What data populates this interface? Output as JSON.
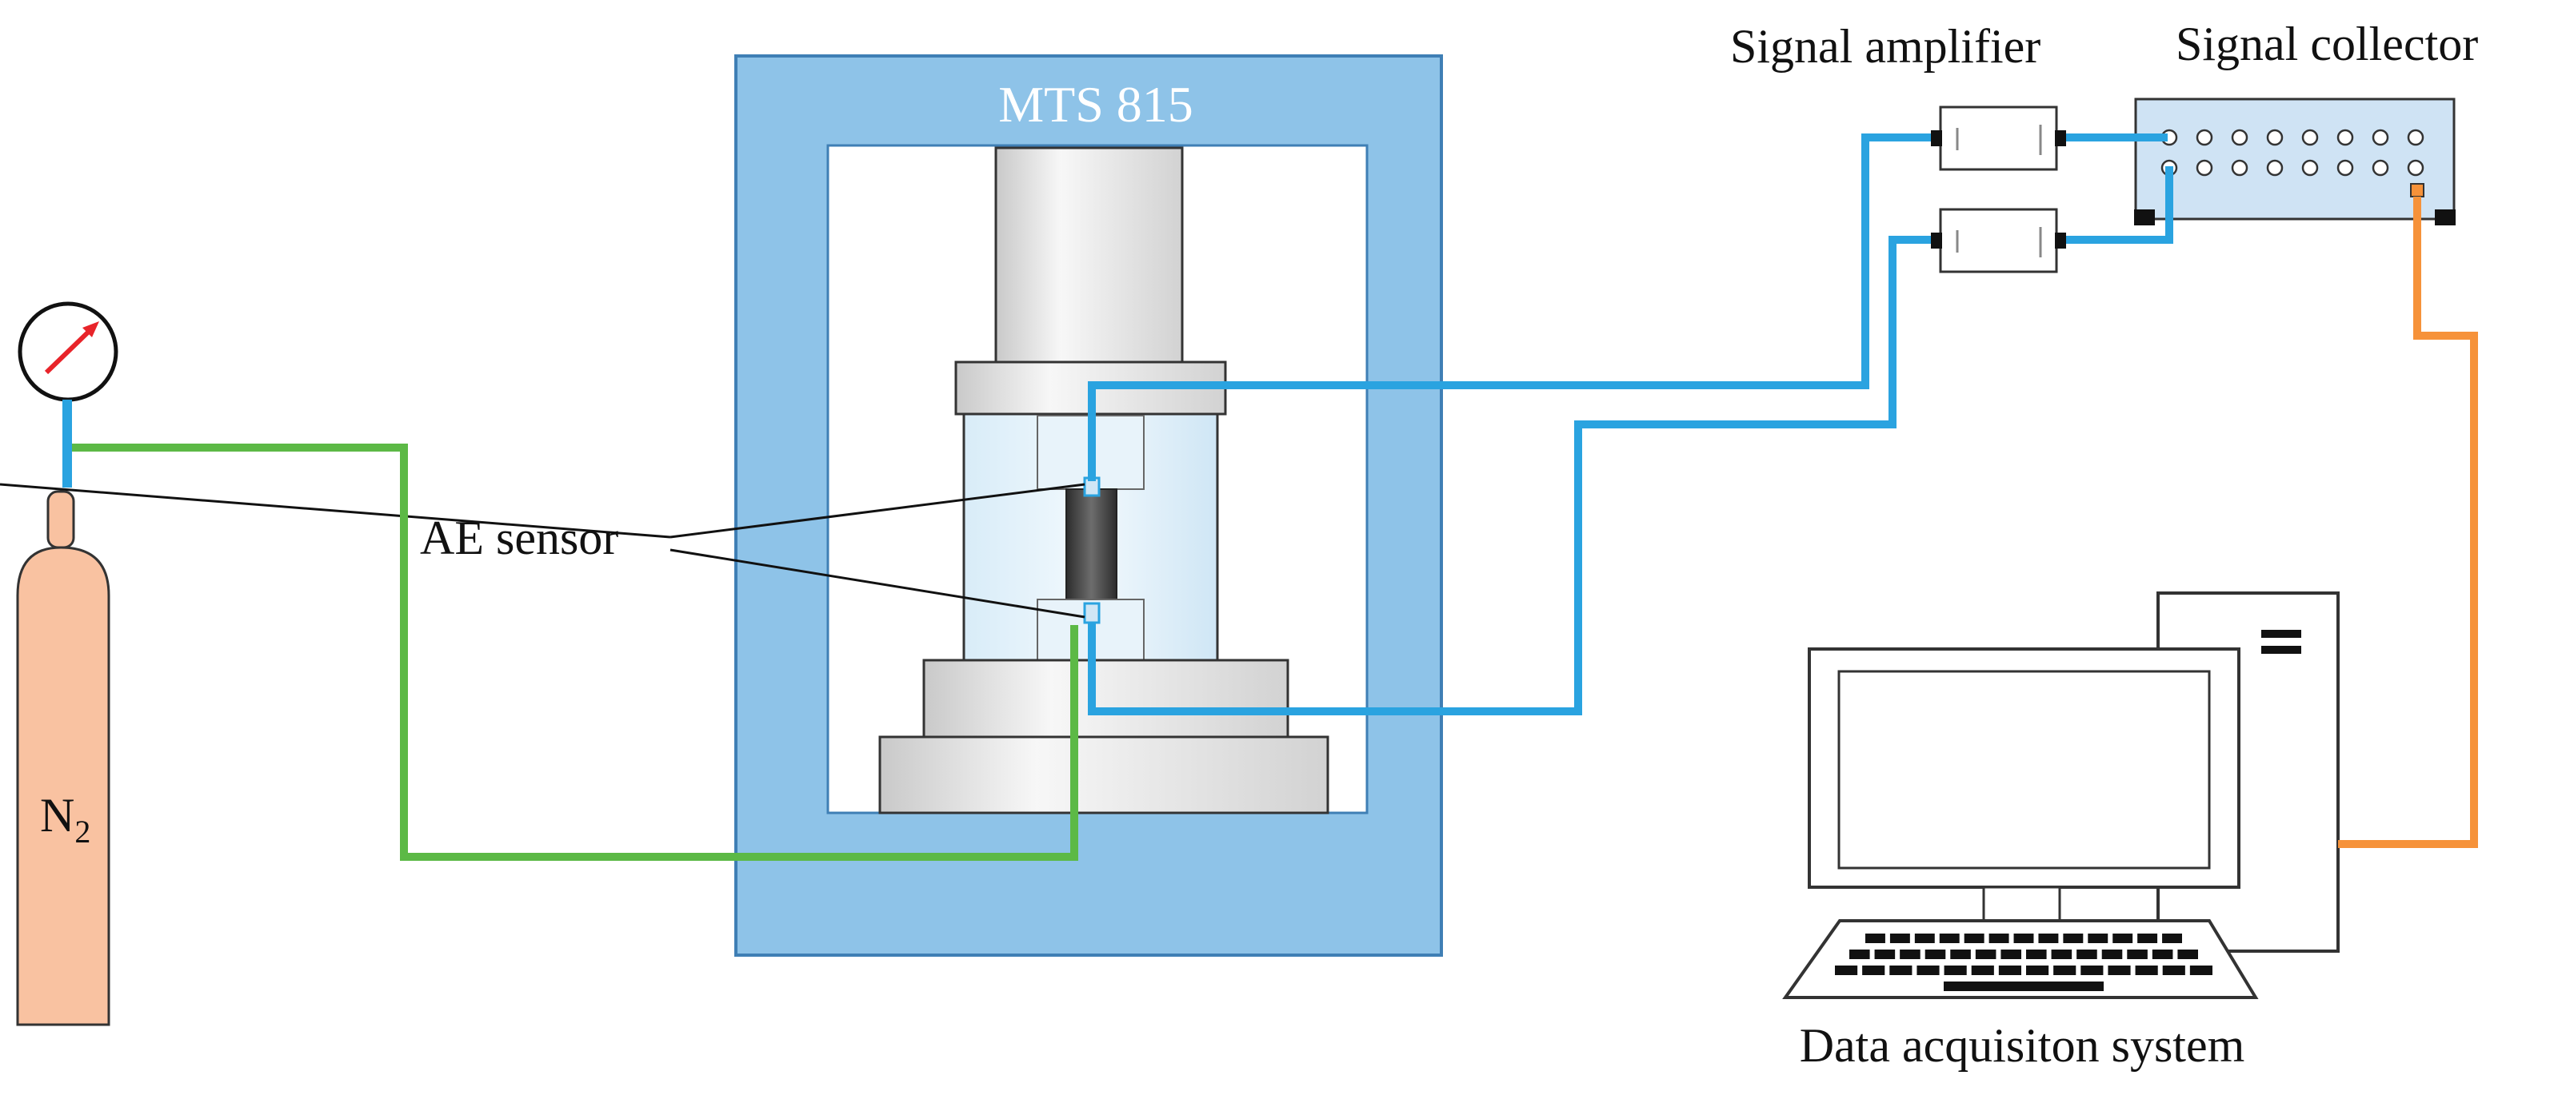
{
  "labels": {
    "machine": "MTS 815",
    "ae_sensor": "AE sensor",
    "gas_symbol": "N",
    "gas_subscript": "2",
    "signal_amplifier": "Signal amplifier",
    "signal_collector": "Signal collector",
    "data_acquisition": "Data acquisiton system"
  },
  "colors": {
    "frame_blue": "#8ec3e8",
    "cable_blue": "#2aa3e0",
    "cable_green": "#5cb946",
    "cable_orange": "#f6923a",
    "cylinder": "#f9c2a1",
    "collector": "#cfe3f4",
    "gauge_needle": "#e8242a"
  },
  "icons": [
    "pressure-gauge-icon",
    "gas-cylinder-icon",
    "computer-monitor-icon",
    "keyboard-icon",
    "pc-tower-icon"
  ]
}
